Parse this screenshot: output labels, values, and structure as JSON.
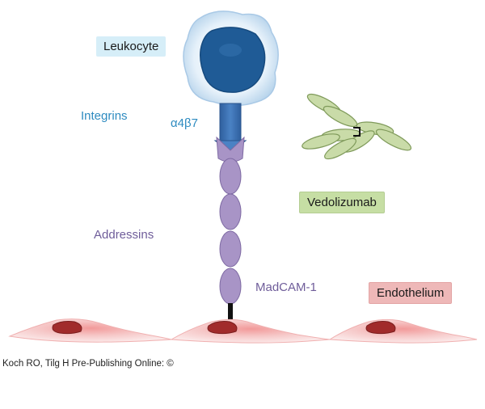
{
  "labels": {
    "leukocyte": "Leukocyte",
    "integrins": "Integrins",
    "alpha4beta7": "α4β7",
    "addressins": "Addressins",
    "madcam": "MadCAM-1",
    "vedolizumab": "Vedolizumab",
    "endothelium": "Endothelium"
  },
  "credit": "Koch RO, Tilg H Pre-Publishing Online: ©",
  "colors": {
    "leukocyte_box": "#d6eef8",
    "vedolizumab_box": "#c6dea4",
    "endothelium_box": "#eeb8b8",
    "integrins_text": "#2e8bc0",
    "addressins_text": "#6f5d9a",
    "nucleus": "#1f5b96",
    "cell_halo": "#c9e0f2",
    "integrin": "#3f73b3",
    "madcam": "#a894c6",
    "antibody": "#c9dba8",
    "endothelial_cell": "#f4c4c4",
    "endothelial_nucleus": "#a12b2b"
  },
  "icons": [
    "leukocyte-cell-icon",
    "integrin-receptor-icon",
    "madcam-chain-icon",
    "antibody-icon",
    "endothelial-cell-icon"
  ]
}
